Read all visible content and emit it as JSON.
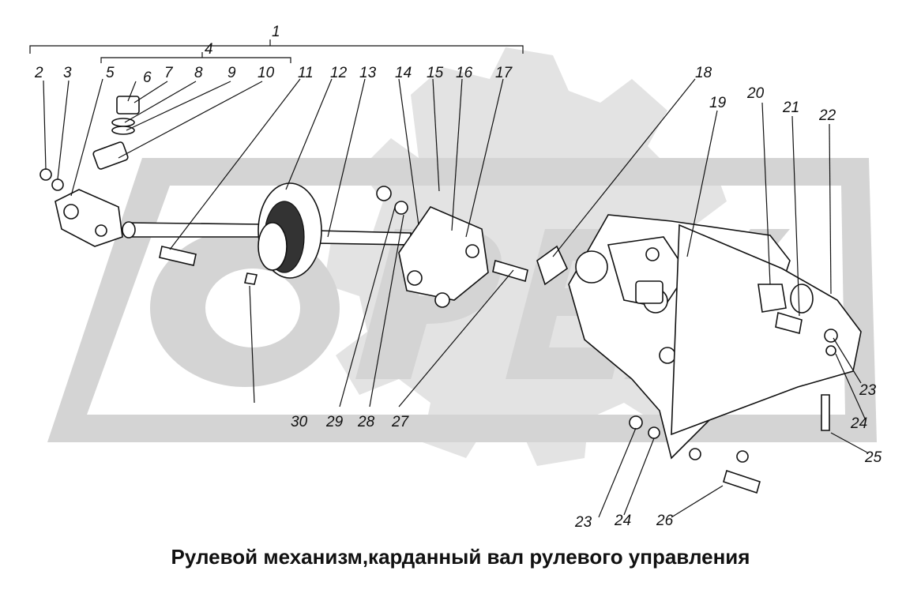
{
  "caption": "Рулевой механизм,карданный вал рулевого управления",
  "watermark": {
    "text": "OPEX",
    "color": "#d4d4d4"
  },
  "callouts": [
    "1",
    "2",
    "3",
    "4",
    "5",
    "6",
    "7",
    "8",
    "9",
    "10",
    "11",
    "12",
    "13",
    "14",
    "15",
    "16",
    "17",
    "18",
    "19",
    "20",
    "21",
    "22",
    "23",
    "24",
    "25",
    "26",
    "27",
    "28",
    "29",
    "30",
    "23",
    "24"
  ]
}
